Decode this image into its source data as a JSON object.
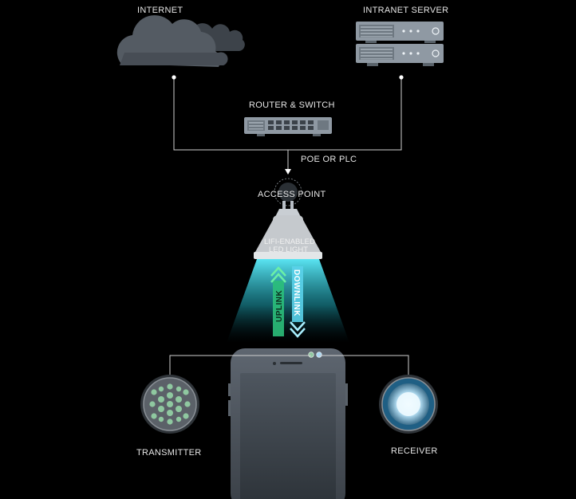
{
  "labels": {
    "internet": "INTERNET",
    "intranet_server": "INTRANET SERVER",
    "router_switch": "ROUTER & SWITCH",
    "poe_plc": "POE OR PLC",
    "access_point": "ACCESS POINT",
    "led_light_line1": "LIFI-ENABLED",
    "led_light_line2": "LED LIGHT",
    "uplink": "UPLINK",
    "downlink": "DOWNLINK",
    "transmitter": "TRANSMITTER",
    "receiver": "RECEIVER"
  },
  "colors": {
    "background": "#000000",
    "cloud": "#4a4f56",
    "device_gray": "#8f99a3",
    "line": "#d0d0d0",
    "beam": "#37d6e8",
    "uplink": "#2bbf7a",
    "downlink": "#5ad2ea",
    "transmitter_led": "#8fc8a0",
    "receiver_glow": "#cfefff"
  },
  "icons": [
    "cloud-icon",
    "server-rack-icon",
    "network-switch-icon",
    "light-bulb-icon",
    "smartphone-icon",
    "led-array-icon",
    "photodiode-icon"
  ]
}
